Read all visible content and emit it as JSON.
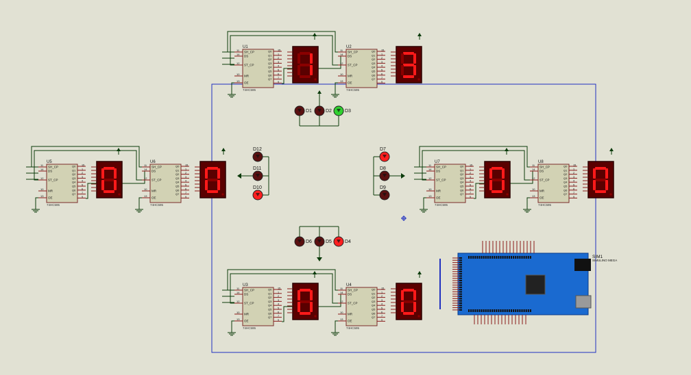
{
  "colors": {
    "background": "#e1e1d3",
    "wire": "#0a3a0a",
    "chip_fill": "#d2d2b4",
    "chip_border": "#7a2a2a",
    "pin": "#8b1a1a",
    "frame": "#2030c0",
    "segment_on": "#ff1a1a",
    "segment_off": "#8a0000",
    "display_bg": "#5a0000",
    "led_off": "#5a1010",
    "led_red": "#ff2020",
    "led_green": "#30d030",
    "board": "#1a6ad0"
  },
  "chips": [
    {
      "ref": "U1",
      "part": "74HC595",
      "pins_left": [
        "SH_CP",
        "DS",
        "ST_CP",
        "MR",
        "OE"
      ],
      "pins_right": [
        "Q0",
        "Q1",
        "Q2",
        "Q3",
        "Q4",
        "Q5",
        "Q6",
        "Q7"
      ]
    },
    {
      "ref": "U2",
      "part": "74HC595",
      "pins_left": [
        "SH_CP",
        "DS",
        "ST_CP",
        "MR",
        "OE"
      ],
      "pins_right": [
        "Q0",
        "Q1",
        "Q2",
        "Q3",
        "Q4",
        "Q5",
        "Q6",
        "Q7"
      ]
    },
    {
      "ref": "U3",
      "part": "74HC595",
      "pins_left": [
        "SH_CP",
        "DS",
        "ST_CP",
        "MR",
        "OE"
      ],
      "pins_right": [
        "Q0",
        "Q1",
        "Q2",
        "Q3",
        "Q4",
        "Q5",
        "Q6",
        "Q7"
      ]
    },
    {
      "ref": "U4",
      "part": "74HC595",
      "pins_left": [
        "SH_CP",
        "DS",
        "ST_CP",
        "MR",
        "OE"
      ],
      "pins_right": [
        "Q0",
        "Q1",
        "Q2",
        "Q3",
        "Q4",
        "Q5",
        "Q6",
        "Q7"
      ]
    },
    {
      "ref": "U5",
      "part": "74HC595",
      "pins_left": [
        "SH_CP",
        "DS",
        "ST_CP",
        "MR",
        "OE"
      ],
      "pins_right": [
        "Q0",
        "Q1",
        "Q2",
        "Q3",
        "Q4",
        "Q5",
        "Q6",
        "Q7"
      ]
    },
    {
      "ref": "U6",
      "part": "74HC595",
      "pins_left": [
        "SH_CP",
        "DS",
        "ST_CP",
        "MR",
        "OE"
      ],
      "pins_right": [
        "Q0",
        "Q1",
        "Q2",
        "Q3",
        "Q4",
        "Q5",
        "Q6",
        "Q7"
      ]
    },
    {
      "ref": "U7",
      "part": "74HC595",
      "pins_left": [
        "SH_CP",
        "DS",
        "ST_CP",
        "MR",
        "OE"
      ],
      "pins_right": [
        "Q0",
        "Q1",
        "Q2",
        "Q3",
        "Q4",
        "Q5",
        "Q6",
        "Q7"
      ]
    },
    {
      "ref": "U8",
      "part": "74HC595",
      "pins_left": [
        "SH_CP",
        "DS",
        "ST_CP",
        "MR",
        "OE"
      ],
      "pins_right": [
        "Q0",
        "Q1",
        "Q2",
        "Q3",
        "Q4",
        "Q5",
        "Q6",
        "Q7"
      ]
    }
  ],
  "displays": [
    {
      "digit": "1"
    },
    {
      "digit": "3"
    },
    {
      "digit": "0"
    },
    {
      "digit": "0"
    },
    {
      "digit": "0"
    },
    {
      "digit": "0"
    },
    {
      "digit": "0"
    },
    {
      "digit": "0"
    }
  ],
  "leds": [
    {
      "ref": "D1",
      "color": "off"
    },
    {
      "ref": "D2",
      "color": "off"
    },
    {
      "ref": "D3",
      "color": "green"
    },
    {
      "ref": "D4",
      "color": "red"
    },
    {
      "ref": "D5",
      "color": "off"
    },
    {
      "ref": "D6",
      "color": "off"
    },
    {
      "ref": "D7",
      "color": "red"
    },
    {
      "ref": "D8",
      "color": "off"
    },
    {
      "ref": "D9",
      "color": "off"
    },
    {
      "ref": "D10",
      "color": "red"
    },
    {
      "ref": "D11",
      "color": "off"
    },
    {
      "ref": "D12",
      "color": "off"
    }
  ],
  "board": {
    "ref": "SIM1",
    "part": "SIMULINO MEGA"
  }
}
